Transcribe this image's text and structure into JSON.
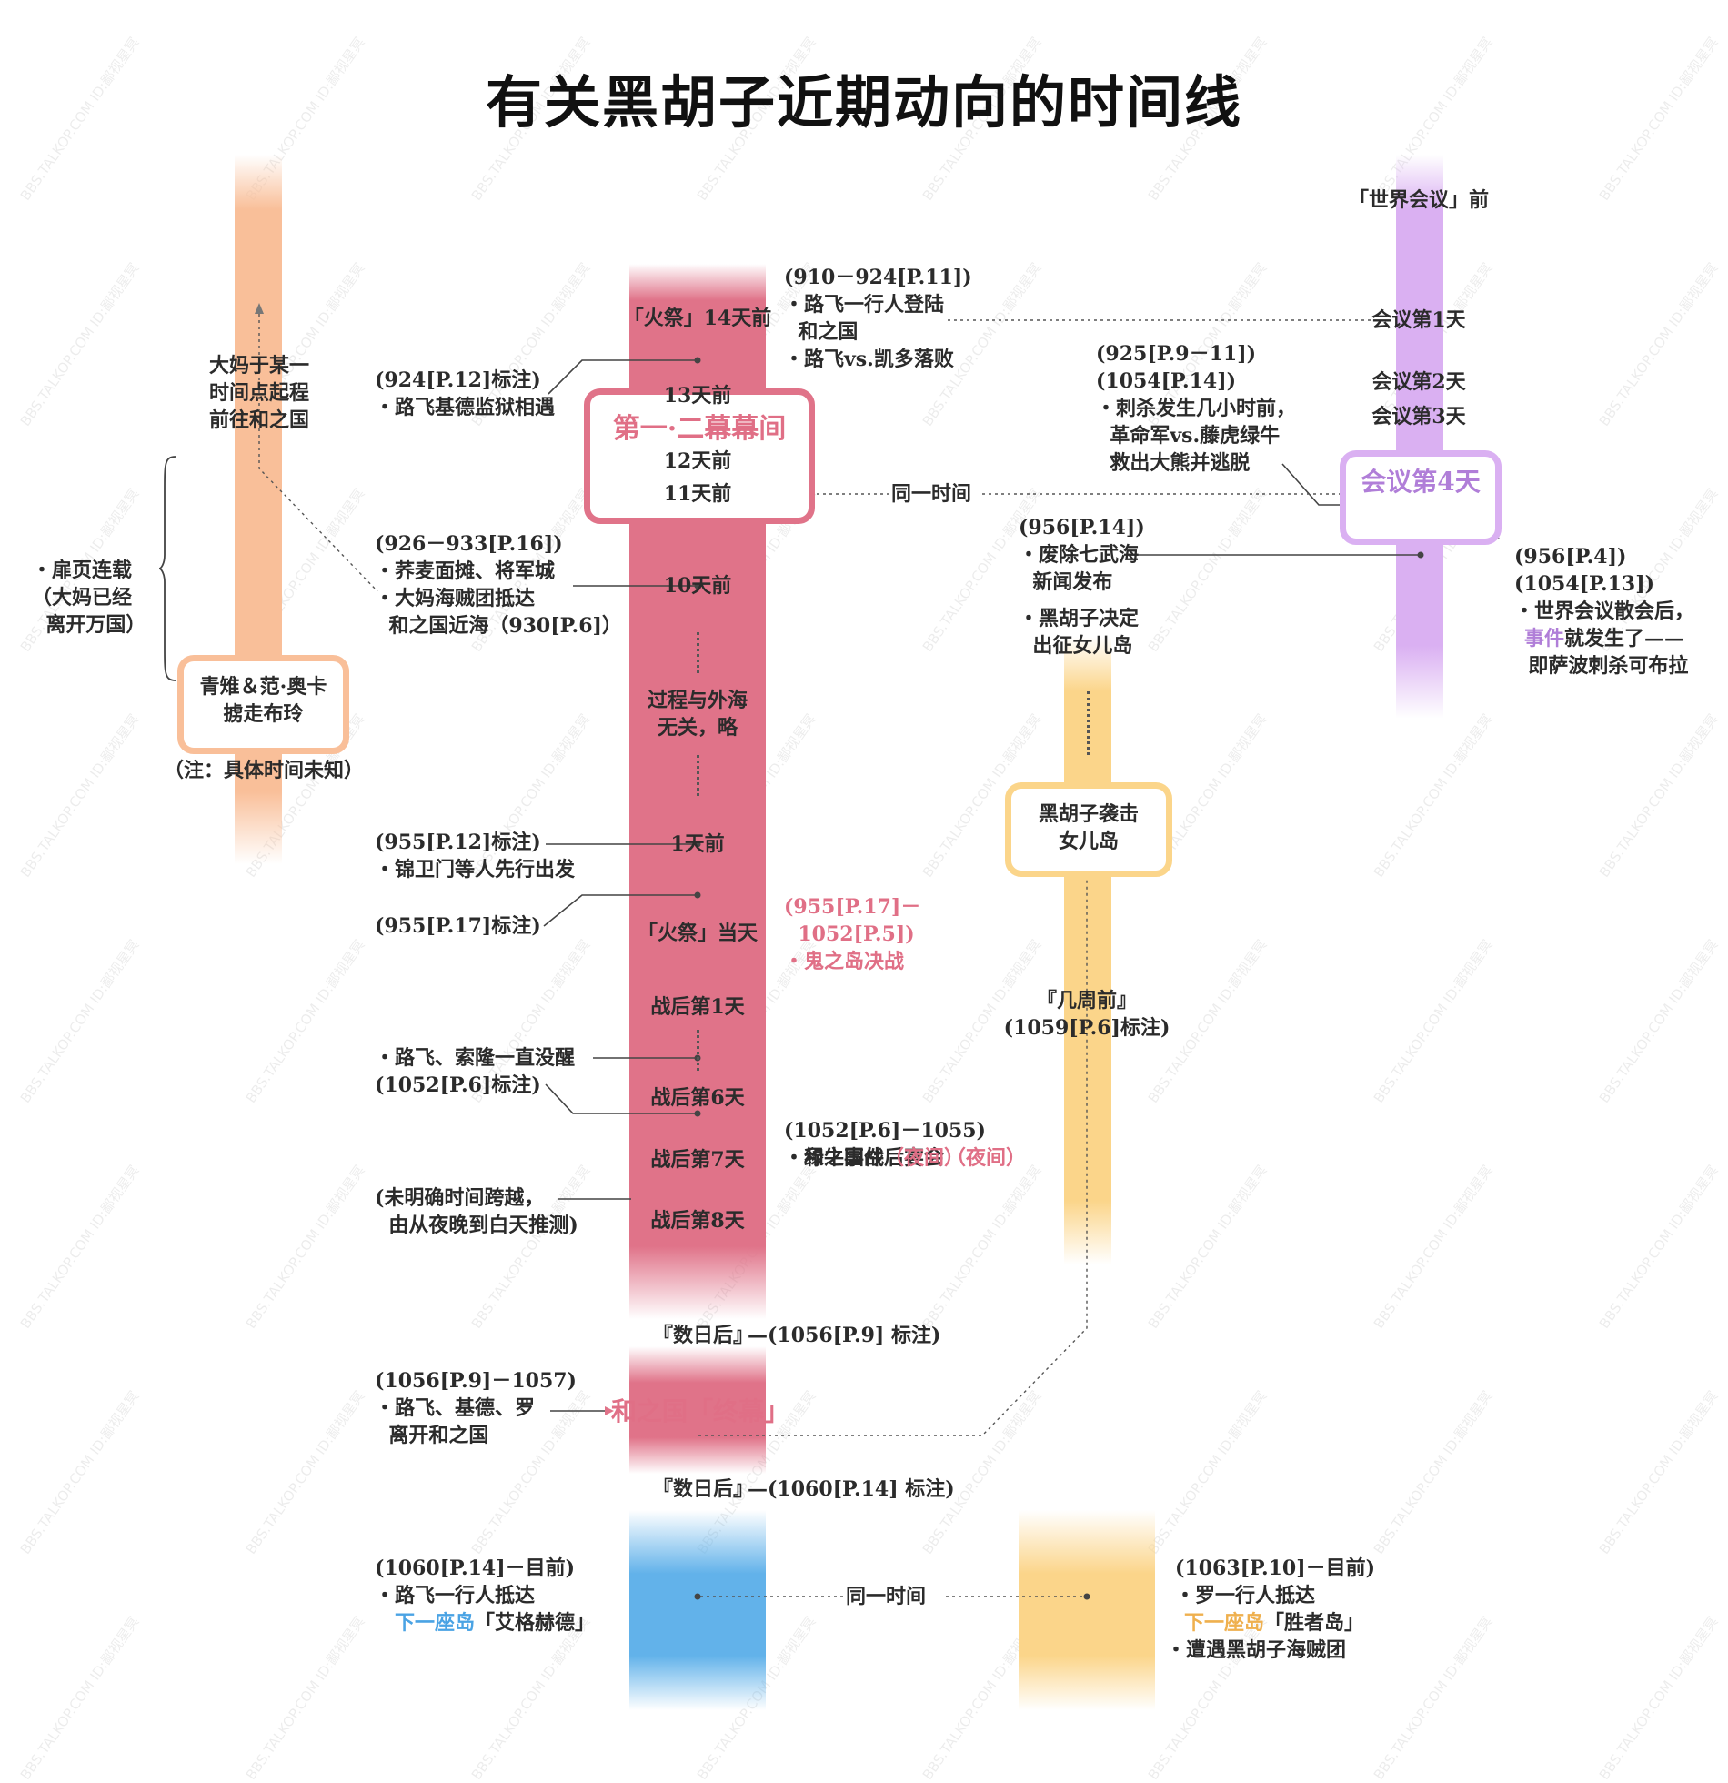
{
  "title": "有关黑胡子近期动向的时间线",
  "colors": {
    "orange": "#f9bf99",
    "pink": "#e07389",
    "purple": "#dab0f2",
    "gold": "#fbd58a",
    "blue": "#62b2ea"
  },
  "watermark": "BBS.TALKOP.COM ID:鄙视星冥",
  "orange_col": {
    "event_box": "大妈于某一\n时间点起程\n前往和之国",
    "side_note": "・扉页连载\n（大妈已经\n  离开万国）",
    "box": "青雉＆范·奥卡\n掳走布玲",
    "note": "（注：具体时间未知）"
  },
  "pink_col": {
    "fire14": "「火祭」14天前",
    "d13": "13天前",
    "act_title": "第一·二幕幕间",
    "d12": "12天前",
    "d11": "11天前",
    "d10": "10天前",
    "skip": "过程与外海\n无关，略",
    "d1": "1天前",
    "fire_day": "「火祭」当天",
    "after1": "战后第1天",
    "after6": "战后第6天",
    "after7": "战后第7天",
    "after8": "战后第8天",
    "days_later_1": "『数日后』",
    "days_later_1_note": "—(1056[P.9] 标注)",
    "finale": "和之国「终幕」",
    "days_later_2": "『数日后』",
    "days_later_2_note": "—(1060[P.14] 标注)"
  },
  "left_notes": {
    "n1": "(924[P.12]标注)\n・路飞基德监狱相遇",
    "n2": "(926－933[P.16])\n・荞麦面摊、将军城\n・大妈海贼团抵达\n  和之国近海（930[P.6]）",
    "n3": "(955[P.12]标注)\n・锦卫门等人先行出发",
    "n4": "(955[P.17]标注)",
    "n5": "・路飞、索隆一直没醒\n(1052[P.6]标注)",
    "n6": "(未明确时间跨越，\n  由从夜晚到白天推测)",
    "n7": "(1056[P.9]－1057)\n・路飞、基德、罗\n  离开和之国",
    "n8": "(1060[P.14]－目前)\n・路飞一行人抵达"
  },
  "n8_tail": {
    "next": "下一座岛",
    "island": "「艾格赫德」"
  },
  "right_notes": {
    "m1": "(910－924[P.11])\n・路飞一行人登陆\n  和之国\n・路飞vs.凯多落败",
    "same_time": "同一时间",
    "m2_pink": "(955[P.17]－\n  1052[P.5])\n・鬼之岛决战",
    "m3_a": "(1052[P.6]－1055)\n・和之国战后宴会",
    "m3_a_red": "（夜间）",
    "m3_b": "・绿牛事件",
    "m3_b_red": "（夜间）"
  },
  "gold_col": {
    "n1": "(925[P.9－11])\n(1054[P.14])\n・刺杀发生几小时前，\n  革命军vs.藤虎绿牛\n  救出大熊并逃脱",
    "n2": "(956[P.14])\n・废除七武海\n  新闻发布",
    "n3": "・黑胡子决定\n  出征女儿岛",
    "box": "黑胡子袭击\n女儿岛",
    "weeks": "『几周前』\n(1059[P.6]标注)",
    "n4_head": "(1063[P.10]－目前)\n・罗一行人抵达",
    "n4_next": "下一座岛",
    "n4_island": "「胜者岛」",
    "n4_tail": "・遭遇黑胡子海贼团"
  },
  "purple_col": {
    "before": "「世界会议」前",
    "day1": "会议第1天",
    "day2": "会议第2天",
    "day3": "会议第3天",
    "day4": "会议第4天",
    "n1": "(956[P.4])\n(1054[P.13])\n・世界会议散会后，",
    "n1_red": "事件",
    "n1_rest": "就发生了——",
    "n1_last": "  即萨波刺杀可布拉"
  }
}
